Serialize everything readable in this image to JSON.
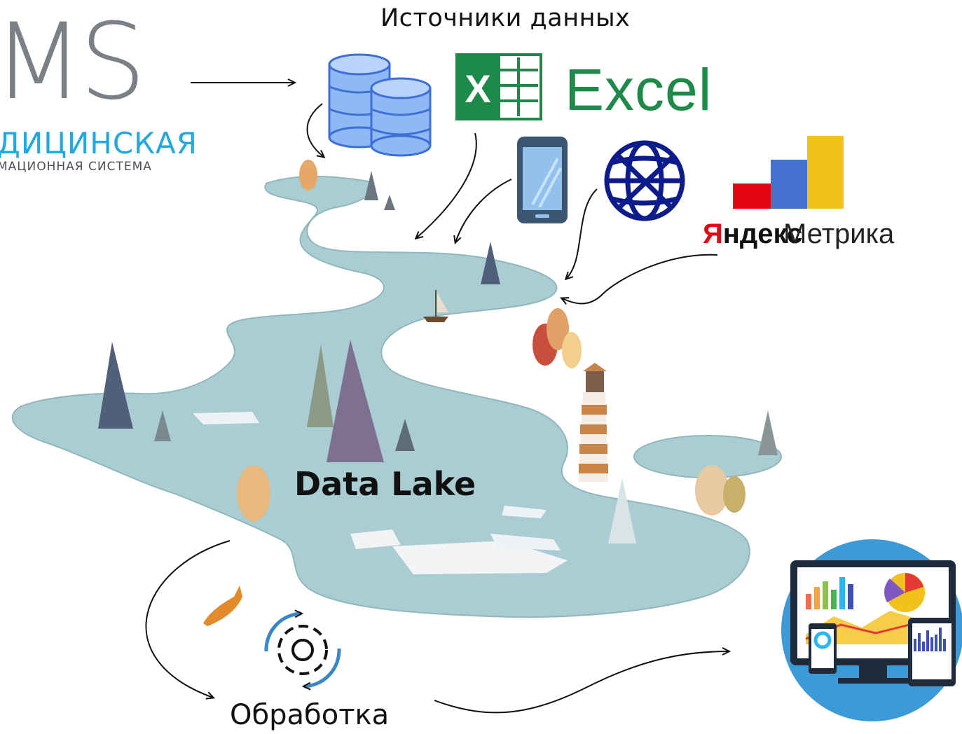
{
  "diagram": {
    "sources_title": "Источники данных",
    "mis_logo": {
      "letters": "MS",
      "word": "ДИЦИНСКАЯ",
      "subtitle": "МАЦИОННАЯ СИСТЕМА"
    },
    "excel_logo": {
      "text": "Excel",
      "icon_letter": "X"
    },
    "yandex_metrika": {
      "bold_first": "Я",
      "bold_rest": "ндекс",
      "light": "Метрика"
    },
    "lake_label": "Data Lake",
    "processing_label": "Обработка"
  },
  "colors": {
    "lake": "#a9cdd2",
    "lake_edge": "#8fb7bd",
    "excel_green": "#1e8a4a",
    "mis_blue": "#22a8e0",
    "yandex_red": "#e30613",
    "yandex_blue": "#4472ce",
    "yandex_yellow": "#f2c11c",
    "globe_blue": "#0d1c8c",
    "db_blue": "#6aa0ef",
    "dashboard_circle": "#3c9ad6"
  }
}
